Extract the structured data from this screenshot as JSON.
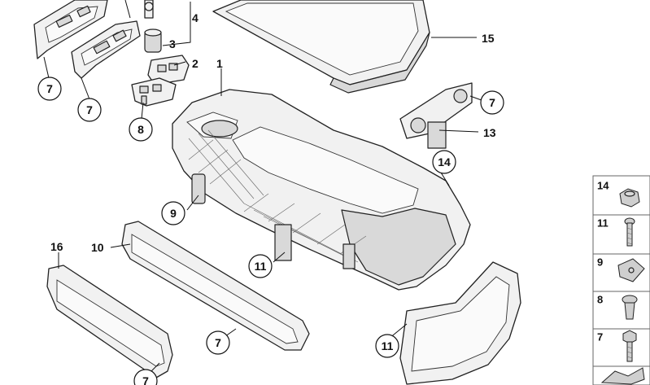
{
  "callouts": {
    "c7a": "7",
    "c7b": "7",
    "c8": "8",
    "c9": "9",
    "c11a": "11",
    "c11b": "11",
    "c7c": "7",
    "c7d": "7",
    "c14": "14",
    "c7e": "7"
  },
  "labels": {
    "l4": "4",
    "l3": "3",
    "l2": "2",
    "l1": "1",
    "l15": "15",
    "l13": "13",
    "l16": "16",
    "l10": "10"
  },
  "legend": {
    "items": [
      {
        "num": "14",
        "icon": "nut-icon"
      },
      {
        "num": "11",
        "icon": "screw-icon"
      },
      {
        "num": "9",
        "icon": "clip-nut-icon"
      },
      {
        "num": "8",
        "icon": "expanding-rivet-icon"
      },
      {
        "num": "7",
        "icon": "bolt-icon"
      },
      {
        "num": "",
        "icon": "adhesive-tape-icon"
      }
    ]
  }
}
